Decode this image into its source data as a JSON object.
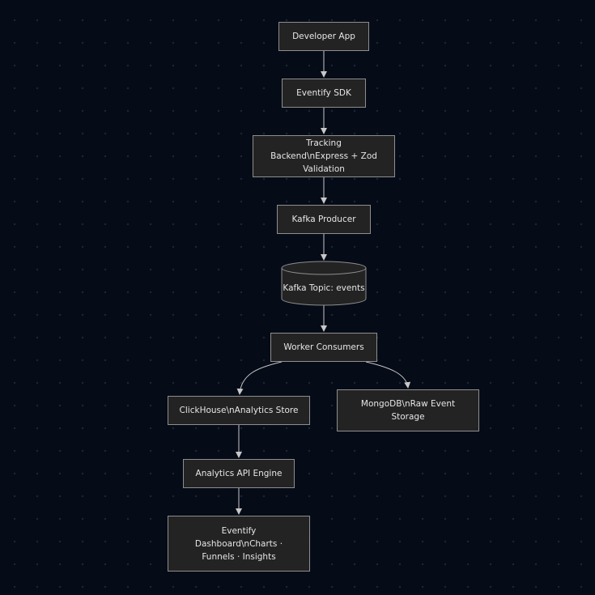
{
  "diagram": {
    "nodes": {
      "developer_app": "Developer App",
      "sdk": "Eventify SDK",
      "tracking_backend": "Tracking Backend\\nExpress + Zod Validation",
      "kafka_producer": "Kafka Producer",
      "kafka_topic": "Kafka Topic: events",
      "worker_consumers": "Worker Consumers",
      "clickhouse": "ClickHouse\\nAnalytics Store",
      "mongodb": "MongoDB\\nRaw Event Storage",
      "analytics_api": "Analytics API Engine",
      "dashboard": "Eventify Dashboard\\nCharts · Funnels · Insights"
    },
    "edges": [
      {
        "from": "developer_app",
        "to": "sdk"
      },
      {
        "from": "sdk",
        "to": "tracking_backend"
      },
      {
        "from": "tracking_backend",
        "to": "kafka_producer"
      },
      {
        "from": "kafka_producer",
        "to": "kafka_topic"
      },
      {
        "from": "kafka_topic",
        "to": "worker_consumers"
      },
      {
        "from": "worker_consumers",
        "to": "clickhouse"
      },
      {
        "from": "worker_consumers",
        "to": "mongodb"
      },
      {
        "from": "clickhouse",
        "to": "analytics_api"
      },
      {
        "from": "analytics_api",
        "to": "dashboard"
      }
    ],
    "colors": {
      "background": "#050b17",
      "node_fill": "#232323",
      "node_border": "#8e8e8e",
      "edge": "#c8c8c8",
      "text": "#e6e6e6"
    }
  }
}
